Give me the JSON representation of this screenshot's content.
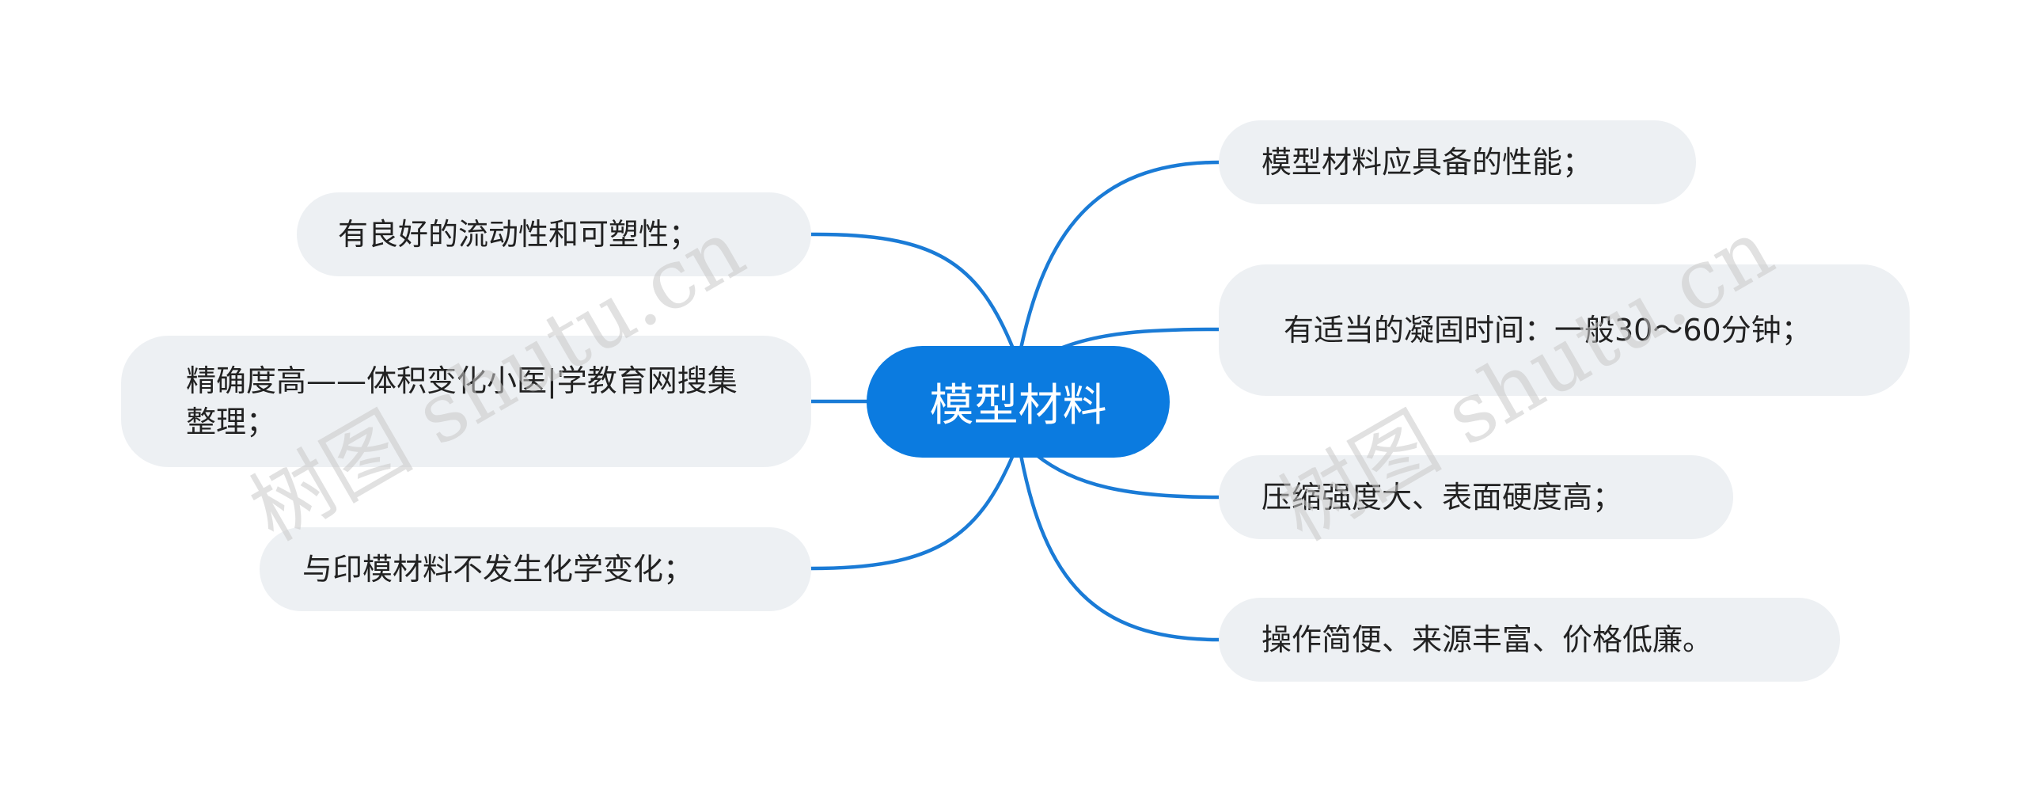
{
  "center": {
    "label": "模型材料"
  },
  "left_nodes": [
    {
      "label": "有良好的流动性和可塑性；"
    },
    {
      "label": "精确度高——体积变化小医|学教育网搜集整理；"
    },
    {
      "label": "与印模材料不发生化学变化；"
    }
  ],
  "right_nodes": [
    {
      "label": "模型材料应具备的性能；"
    },
    {
      "label": "有适当的凝固时间：一般30～60分钟；"
    },
    {
      "label": "压缩强度大、表面硬度高；"
    },
    {
      "label": "操作简便、来源丰富、价格低廉。"
    }
  ],
  "watermarks": [
    {
      "text": "树图 shutu.cn"
    },
    {
      "text": "树图 shutu.cn"
    }
  ],
  "colors": {
    "center_fill": "#0b7be0",
    "node_fill": "#edf0f3",
    "connector": "#1a7bd6",
    "text": "#222222"
  }
}
